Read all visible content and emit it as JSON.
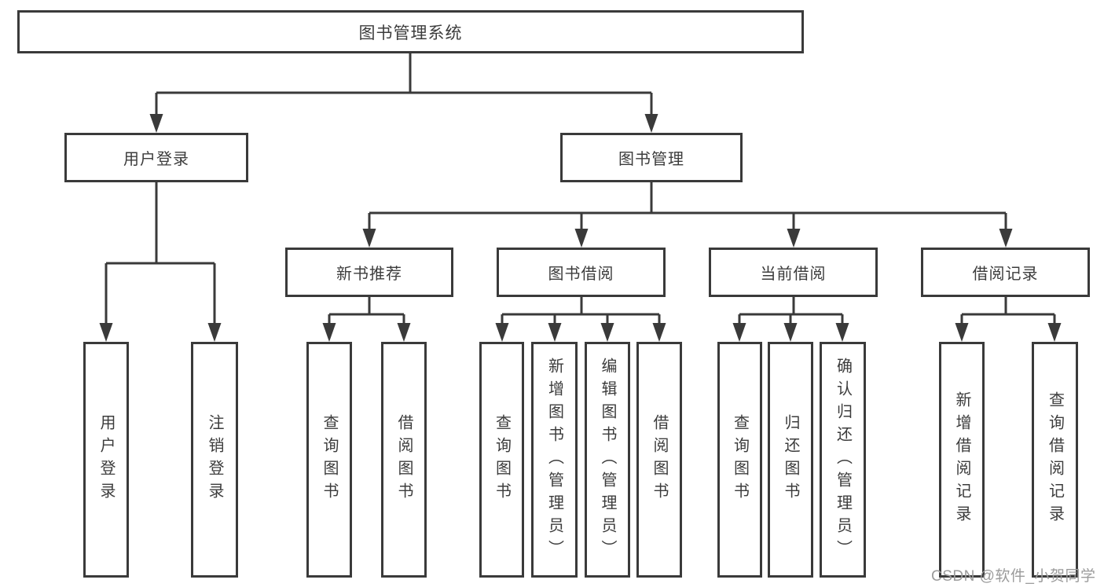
{
  "tree": {
    "label": "图书管理系统",
    "children": [
      {
        "label": "用户登录",
        "children": [
          {
            "label": "用户登录"
          },
          {
            "label": "注销登录"
          }
        ]
      },
      {
        "label": "图书管理",
        "children": [
          {
            "label": "新书推荐",
            "children": [
              {
                "label": "查询图书"
              },
              {
                "label": "借阅图书"
              }
            ]
          },
          {
            "label": "图书借阅",
            "children": [
              {
                "label": "查询图书"
              },
              {
                "label": "新增图书（管理员）"
              },
              {
                "label": "编辑图书（管理员）"
              },
              {
                "label": "借阅图书"
              }
            ]
          },
          {
            "label": "当前借阅",
            "children": [
              {
                "label": "查询图书"
              },
              {
                "label": "归还图书"
              },
              {
                "label": "确认归还（管理员）"
              }
            ]
          },
          {
            "label": "借阅记录",
            "children": [
              {
                "label": "新增借阅记录"
              },
              {
                "label": "查询借阅记录"
              }
            ]
          }
        ]
      }
    ]
  },
  "watermark": {
    "text": "CSDN @软件_小贺同学"
  },
  "colors": {
    "line": "#3a3a3a",
    "text": "#3c3c3c",
    "box_bg": "#ffffff",
    "watermark": "#9b9b9b"
  }
}
